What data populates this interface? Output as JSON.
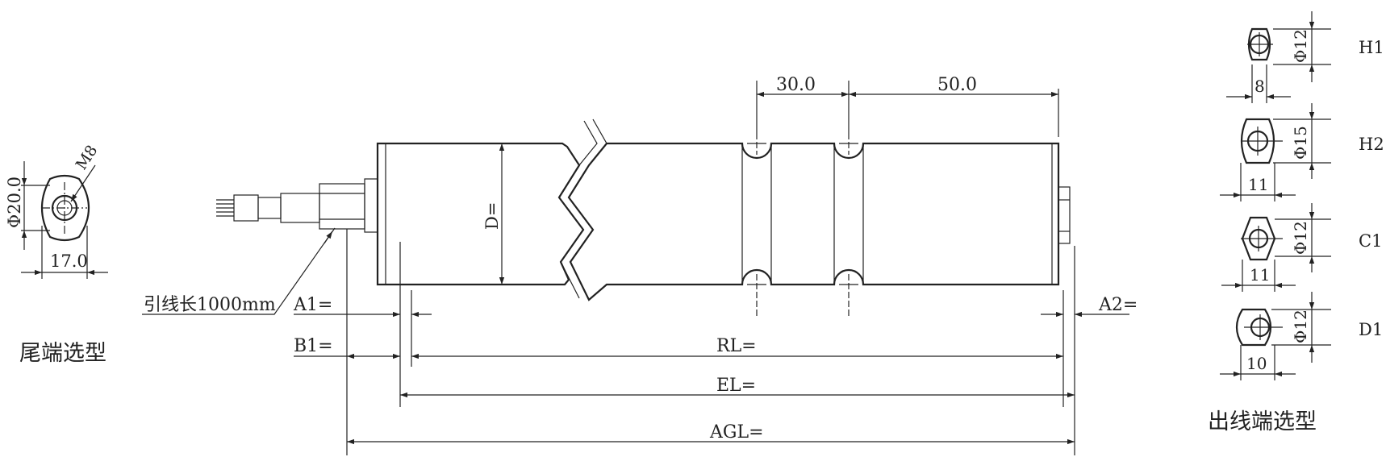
{
  "tail_view": {
    "diameter_label": "Φ20.0",
    "thread_label": "M8",
    "width_label": "17.0",
    "caption": "尾端选型"
  },
  "main_view": {
    "dim_top_left": "30.0",
    "dim_top_right": "50.0",
    "diameter_label": "D=",
    "lead_label": "引线长1000mm",
    "a1_label": "A1=",
    "a2_label": "A2=",
    "b1_label": "B1=",
    "rl_label": "RL=",
    "el_label": "EL=",
    "agl_label": "AGL="
  },
  "outlet_options": {
    "caption": "出线端选型",
    "items": [
      {
        "code": "H1",
        "diameter": "Φ12",
        "width": "8"
      },
      {
        "code": "H2",
        "diameter": "Φ15",
        "width": "11"
      },
      {
        "code": "C1",
        "diameter": "Φ12",
        "width": "11"
      },
      {
        "code": "D1",
        "diameter": "Φ12",
        "width": "10"
      }
    ]
  }
}
